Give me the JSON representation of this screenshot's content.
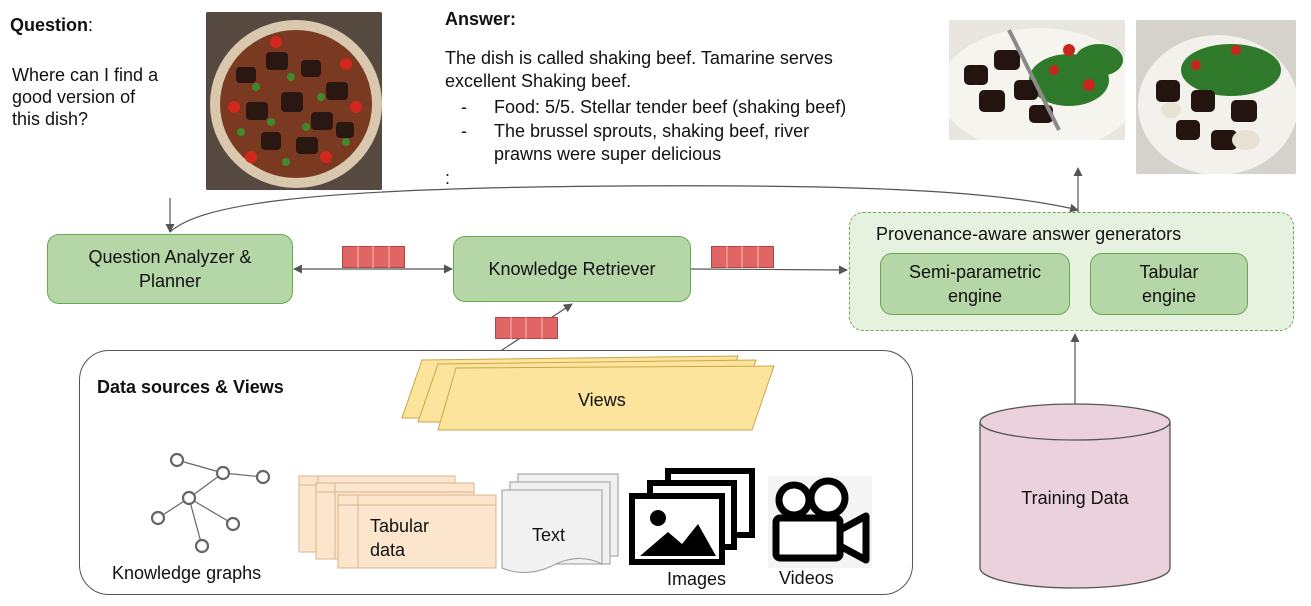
{
  "question": {
    "label": "Question",
    "colon": ":",
    "lines": [
      "Where can I find a",
      "good version of",
      "this dish?"
    ]
  },
  "answer": {
    "label": "Answer:",
    "intro_lines": [
      "The dish is called shaking beef. Tamarine serves",
      "excellent Shaking beef."
    ],
    "bullets": [
      {
        "dash": "-",
        "lines": [
          "Food: 5/5. Stellar tender beef (shaking beef)"
        ]
      },
      {
        "dash": "-",
        "lines": [
          "The brussel sprouts, shaking beef, river",
          "prawns were super delicious"
        ]
      }
    ],
    "ellipsis": ":"
  },
  "nodes": {
    "analyzer_lines": [
      "Question Analyzer &",
      "Planner"
    ],
    "retriever": "Knowledge Retriever",
    "generators_title": "Provenance-aware answer generators",
    "semi_lines": [
      "Semi-parametric",
      "engine"
    ],
    "tabular_engine_lines": [
      "Tabular",
      "engine"
    ],
    "training": "Training Data"
  },
  "data_sources": {
    "title": "Data sources & Views",
    "views": "Views",
    "knowledge_graphs": "Knowledge graphs",
    "tabular_lines": [
      "Tabular",
      "data"
    ],
    "text": "Text",
    "images": "Images",
    "videos": "Videos"
  },
  "colors": {
    "node_fill": "#b5d7a8",
    "node_border": "#6aa84f",
    "generator_panel": "#e6f2df",
    "vector_cell": "#e06666",
    "views_fill": "#fde49c",
    "tabular_fill": "#fce5cd",
    "training_fill": "#ead1dc"
  },
  "icons": [
    "beef-dish-photo",
    "vector-icon",
    "knowledge-graph-icon",
    "image-icon",
    "video-camera-icon",
    "database-cylinder-icon"
  ]
}
